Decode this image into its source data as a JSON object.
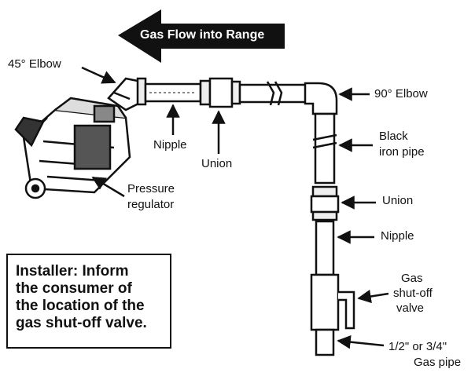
{
  "banner": {
    "text": "Gas Flow into Range"
  },
  "labels": {
    "elbow45": "45° Elbow",
    "elbow90": "90° Elbow",
    "nipple_top": "Nipple",
    "union_top": "Union",
    "black_iron_1": "Black",
    "black_iron_2": "iron pipe",
    "union_right": "Union",
    "nipple_right": "Nipple",
    "pressure_1": "Pressure",
    "pressure_2": "regulator",
    "valve_1": "Gas",
    "valve_2": "shut-off",
    "valve_3": "valve",
    "gas_pipe_1": "1/2\" or 3/4\"",
    "gas_pipe_2": "Gas pipe"
  },
  "note": {
    "lines": [
      "Installer: Inform",
      "the consumer of",
      "the location of the",
      "gas shut-off valve."
    ]
  },
  "colors": {
    "ink": "#111111",
    "pipe_fill": "#ffffff",
    "banner": "#111111"
  }
}
